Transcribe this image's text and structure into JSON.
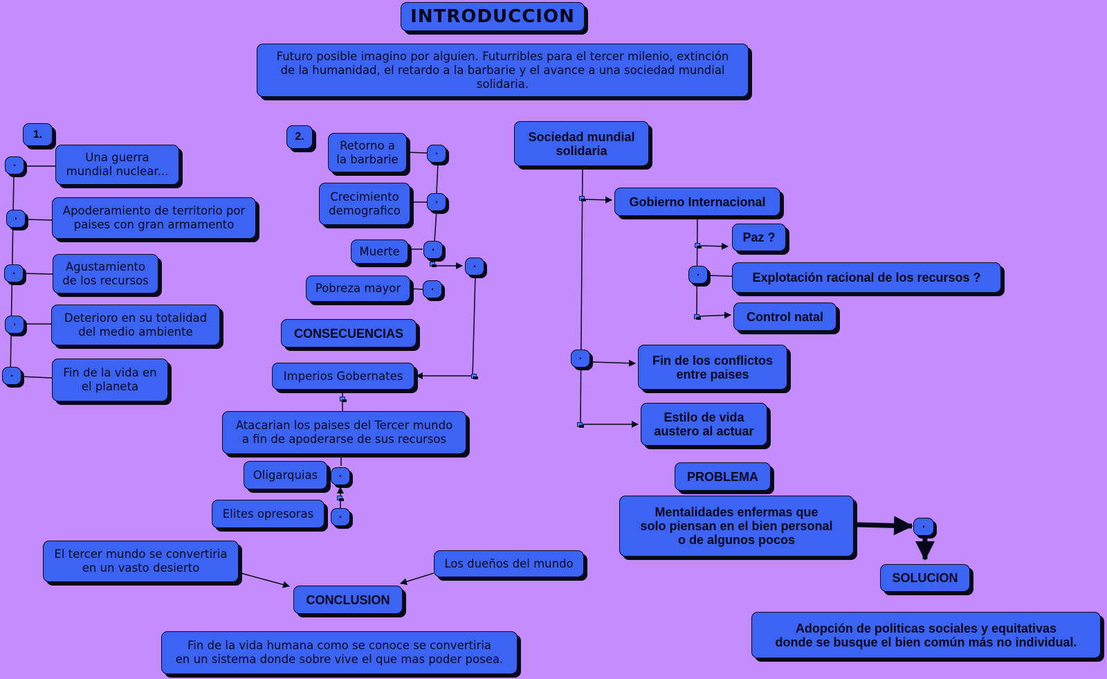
{
  "colors": {
    "background": "#c58cff",
    "box_fill": "#3b64f5",
    "shadow": "#050818",
    "line": "#050818"
  },
  "title": "INTRODUCCION",
  "intro": "Futuro posible imagino por alguien. Futurribles  para el tercer milenio, extinción\nde la humanidad, el retardo a la barbarie y el avance a una sociedad mundial\nsolidaria.",
  "dot_glyph": "·",
  "branch1": {
    "label": "1.",
    "items": [
      "Una guerra\nmundial nuclear...",
      "Apoderamiento de territorio por\npaises con gran armamento",
      "Agustamiento\nde los recursos",
      "Deterioro en su totalidad\ndel medio ambiente",
      "Fin de la vida en\nel planeta"
    ]
  },
  "branch2": {
    "label": "2.",
    "items": [
      "Retorno a\nla barbarie",
      "Crecimiento\ndemografico",
      "Muerte",
      "Pobreza mayor"
    ]
  },
  "consecuencias": {
    "heading": "CONSECUENCIAS",
    "imperios": "Imperios Gobernates",
    "atacarian": "Atacarian los paises del Tercer mundo\na fin de apoderarse de sus recursos",
    "oligarquias": "Oligarquias",
    "elites": "Elites opresoras"
  },
  "conclusion": {
    "tercer_mundo": "El tercer mundo se convertiria\nen un vasto desierto",
    "duenos": "Los dueños del mundo",
    "heading": "CONCLUSION",
    "text": "Fin de la vida humana como se conoce se convertiria\nen un sistema donde sobre vive el que mas poder posea."
  },
  "sociedad": {
    "heading": "Sociedad mundial\nsolidaria",
    "gobierno": "Gobierno Internacional",
    "paz": "Paz ?",
    "explotacion": "Explotación racional de los recursos ?",
    "control": "Control natal",
    "fin_conflictos": "Fin de los conflictos\nentre paises",
    "estilo": "Estilo de vida\naustero al actuar"
  },
  "problema": {
    "heading": "PROBLEMA",
    "text": "Mentalidades enfermas que\nsolo piensan en el bien personal\no de algunos pocos"
  },
  "solucion": {
    "heading": "SOLUCION",
    "text": "Adopción de politicas sociales y equitativas\ndonde se busque el bien común más no individual."
  }
}
